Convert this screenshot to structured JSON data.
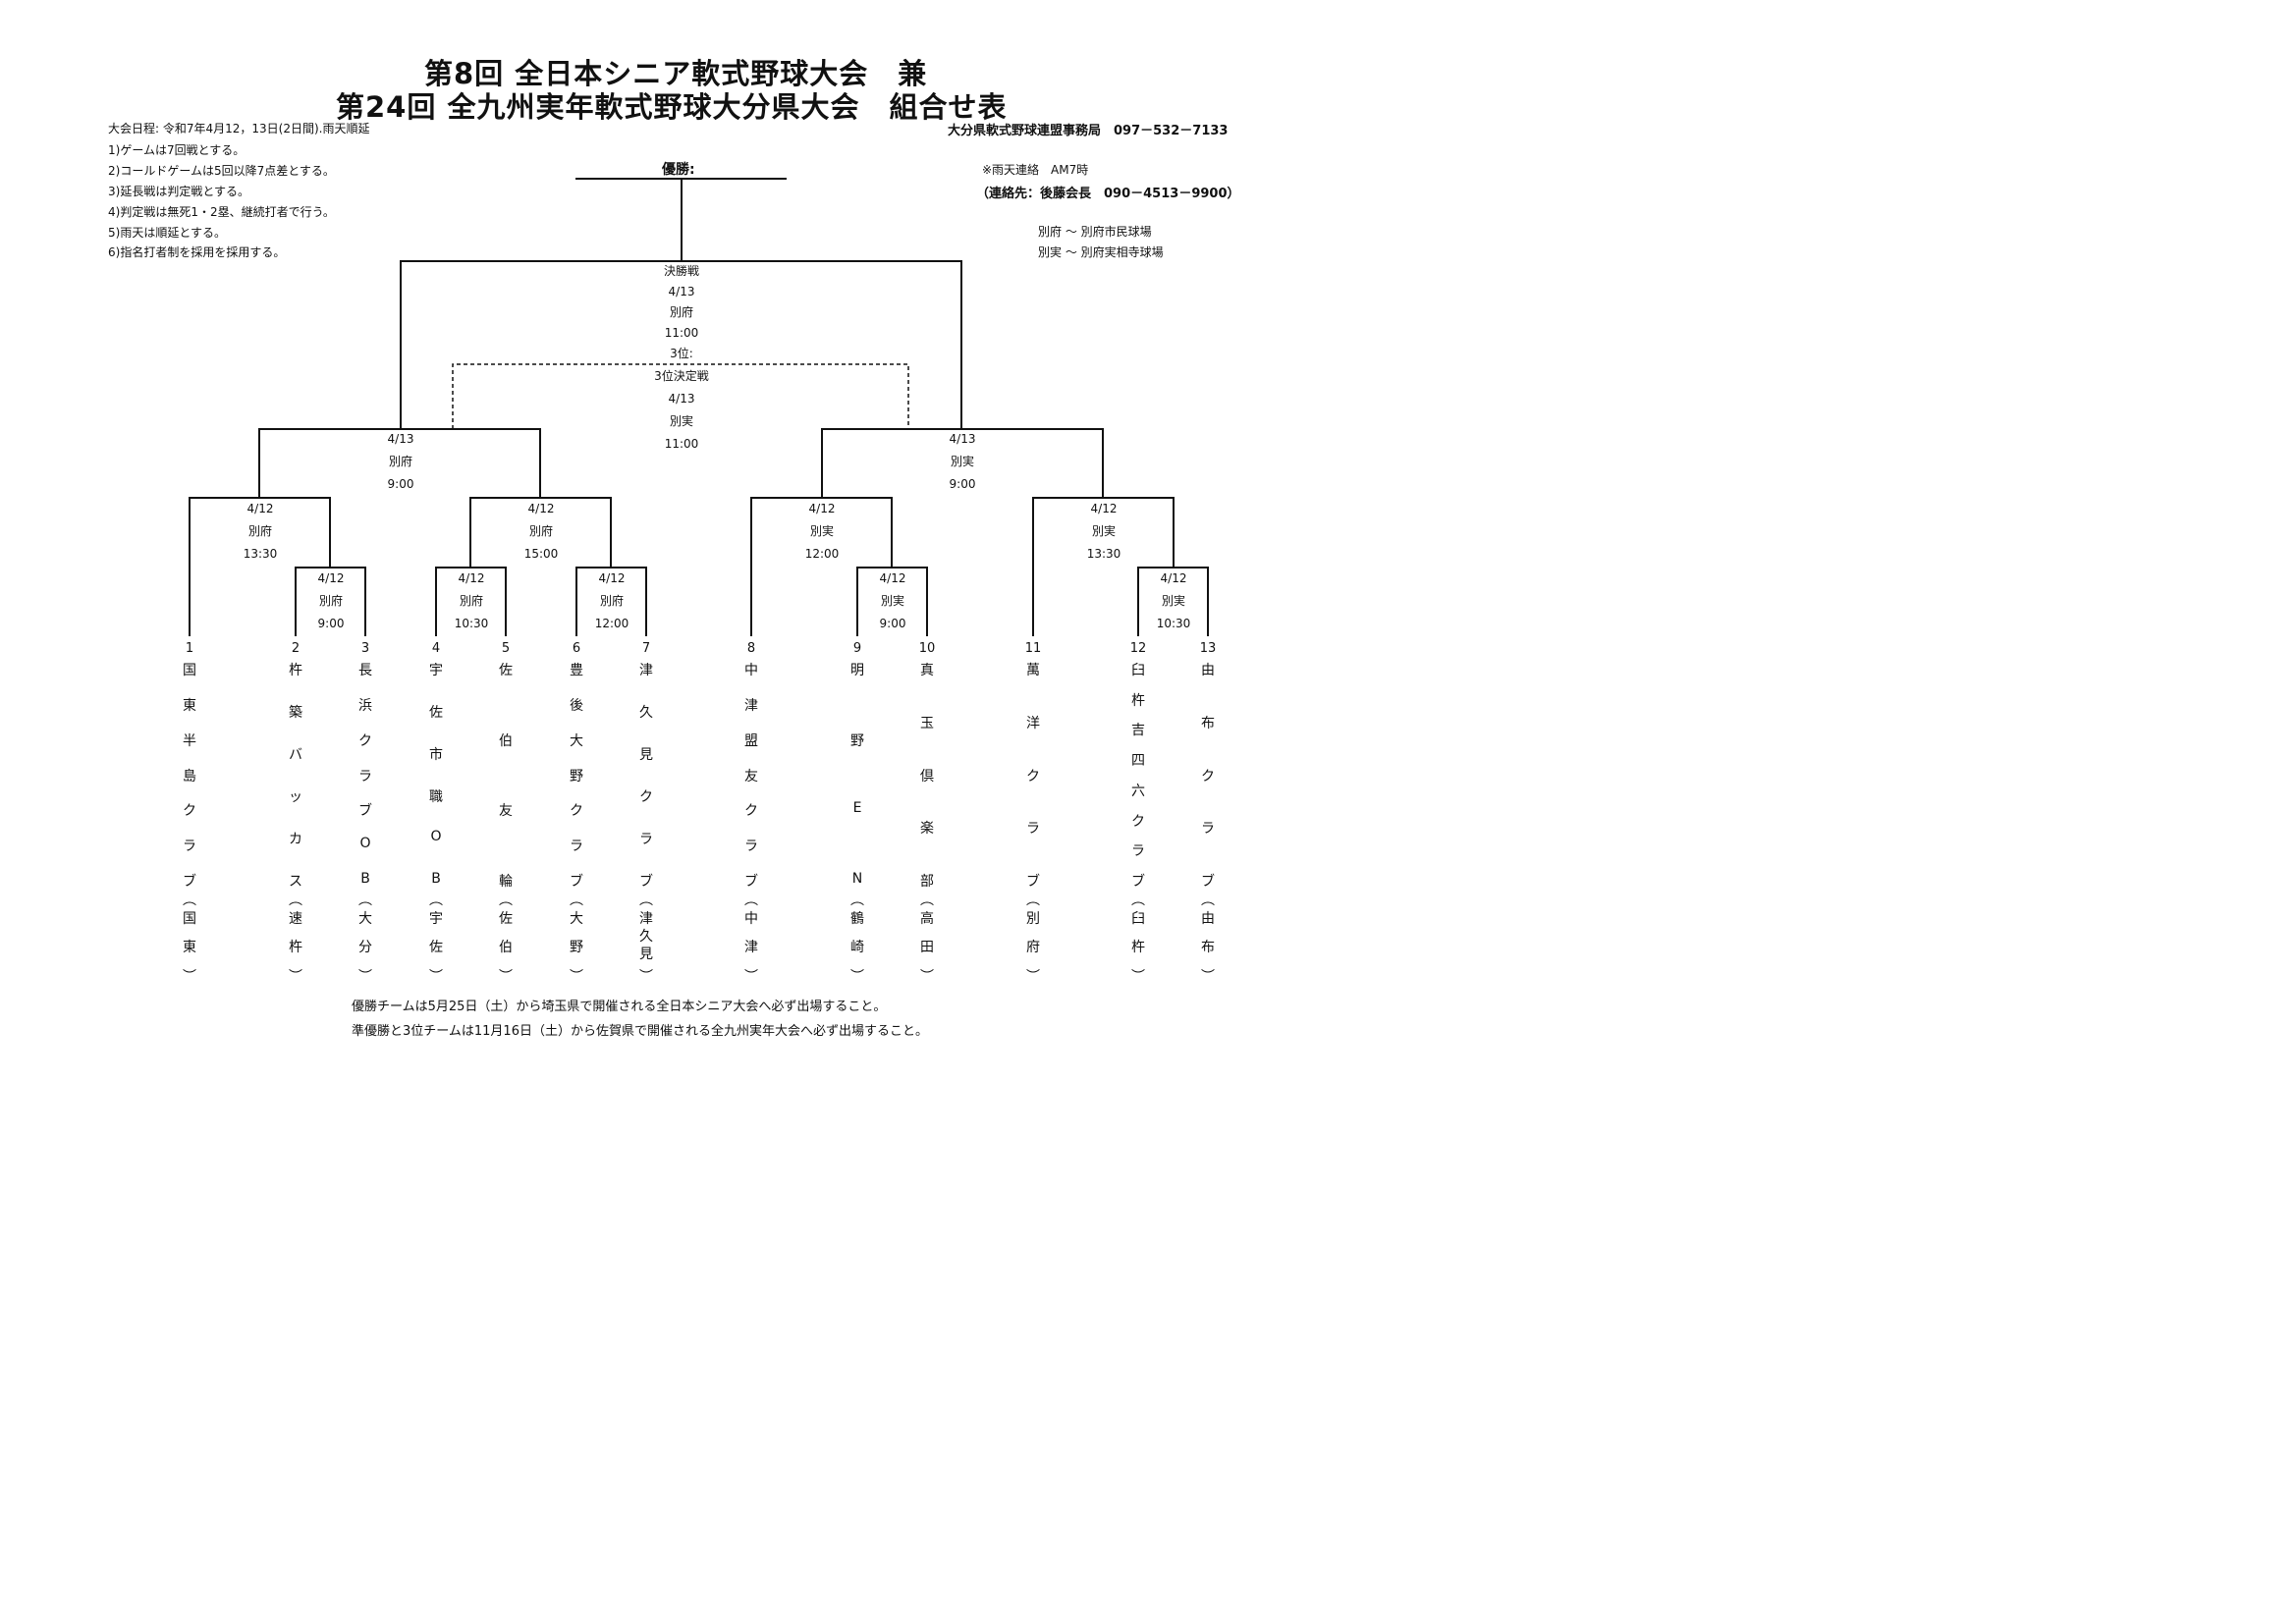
{
  "title": {
    "line1": "第8回 全日本シニア軟式野球大会　兼",
    "line2": "第24回 全九州実年軟式野球大分県大会　組合せ表"
  },
  "rules": [
    "大会日程: 令和7年4月12，13日(2日間).雨天順延",
    "1)ゲームは7回戦とする。",
    "2)コールドゲームは5回以降7点差とする。",
    "3)延長戦は判定戦とする。",
    "4)判定戦は無死1・2塁、継続打者で行う。",
    "5)雨天は順延とする。",
    "6)指名打者制を採用を採用する。"
  ],
  "office": "大分県軟式野球連盟事務局　097－532－7133",
  "rain": {
    "line1": "※雨天連絡　AM7時",
    "line2": "（連絡先：後藤会長　090－4513－9900）"
  },
  "venues": [
    "別府 ～ 別府市民球場",
    "別実 ～ 別府実相寺球場"
  ],
  "champion_label": "優勝:",
  "final": {
    "name": "決勝戦",
    "date": "4/13",
    "venue": "別府",
    "time": "11:00",
    "third_label": "3位:"
  },
  "third": {
    "name": "3位決定戦",
    "date": "4/13",
    "venue": "別実",
    "time": "11:00"
  },
  "semi_left": {
    "date": "4/13",
    "venue": "別府",
    "time": "9:00"
  },
  "semi_right": {
    "date": "4/13",
    "venue": "別実",
    "time": "9:00"
  },
  "qf": [
    {
      "date": "4/12",
      "venue": "別府",
      "time": "13:30"
    },
    {
      "date": "4/12",
      "venue": "別府",
      "time": "15:00"
    },
    {
      "date": "4/12",
      "venue": "別実",
      "time": "12:00"
    },
    {
      "date": "4/12",
      "venue": "別実",
      "time": "13:30"
    }
  ],
  "r1": [
    {
      "date": "4/12",
      "venue": "別府",
      "time": "9:00"
    },
    {
      "date": "4/12",
      "venue": "別府",
      "time": "10:30"
    },
    {
      "date": "4/12",
      "venue": "別府",
      "time": "12:00"
    },
    {
      "date": "4/12",
      "venue": "別実",
      "time": "9:00"
    },
    {
      "date": "4/12",
      "venue": "別実",
      "time": "10:30"
    }
  ],
  "teams": [
    {
      "num": "1",
      "name": "国東半島クラブ",
      "home": "国東"
    },
    {
      "num": "2",
      "name": "杵築バッカス",
      "home": "速杵"
    },
    {
      "num": "3",
      "name": "長浜クラブOB",
      "home": "大分"
    },
    {
      "num": "4",
      "name": "宇佐市職OB",
      "home": "宇佐"
    },
    {
      "num": "5",
      "name": "佐伯友輪",
      "home": "佐伯"
    },
    {
      "num": "6",
      "name": "豊後大野クラブ",
      "home": "大野"
    },
    {
      "num": "7",
      "name": "津久見クラブ",
      "home": "津久見"
    },
    {
      "num": "8",
      "name": "中津盟友クラブ",
      "home": "中津"
    },
    {
      "num": "9",
      "name": "明野EN",
      "home": "鶴崎"
    },
    {
      "num": "10",
      "name": "真玉倶楽部",
      "home": "高田"
    },
    {
      "num": "11",
      "name": "萬洋クラブ",
      "home": "別府"
    },
    {
      "num": "12",
      "name": "臼杵吉四六クラブ",
      "home": "臼杵"
    },
    {
      "num": "13",
      "name": "由布クラブ",
      "home": "由布"
    }
  ],
  "notes": [
    "優勝チームは5月25日（土）から埼玉県で開催される全日本シニア大会へ必ず出場すること。",
    "準優勝と3位チームは11月16日（土）から佐賀県で開催される全九州実年大会へ必ず出場すること。"
  ]
}
